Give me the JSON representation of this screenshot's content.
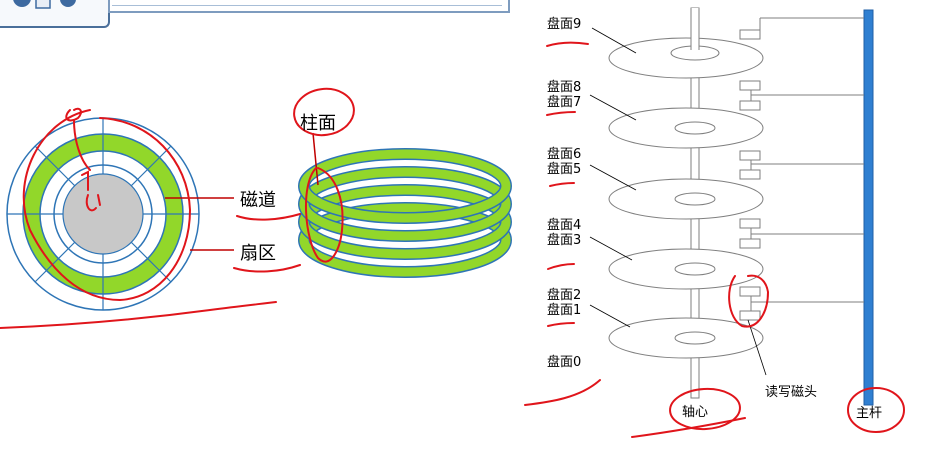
{
  "left_diagram": {
    "track_label": "磁道",
    "sector_label": "扇区"
  },
  "middle_diagram": {
    "cylinder_label": "柱面"
  },
  "right_diagram": {
    "platter_labels": [
      "盘面9",
      "盘面8",
      "盘面7",
      "盘面6",
      "盘面5",
      "盘面4",
      "盘面3",
      "盘面2",
      "盘面1",
      "盘面0"
    ],
    "axis_label": "轴心",
    "head_label": "读写磁头",
    "pole_label": "主杆"
  },
  "colors": {
    "track_green": "#92d72a",
    "outline_blue": "#2e75b6",
    "hub_gray": "#c8c8c8",
    "pole_blue": "#2f7fd1",
    "annotation_red": "#e0151b"
  }
}
